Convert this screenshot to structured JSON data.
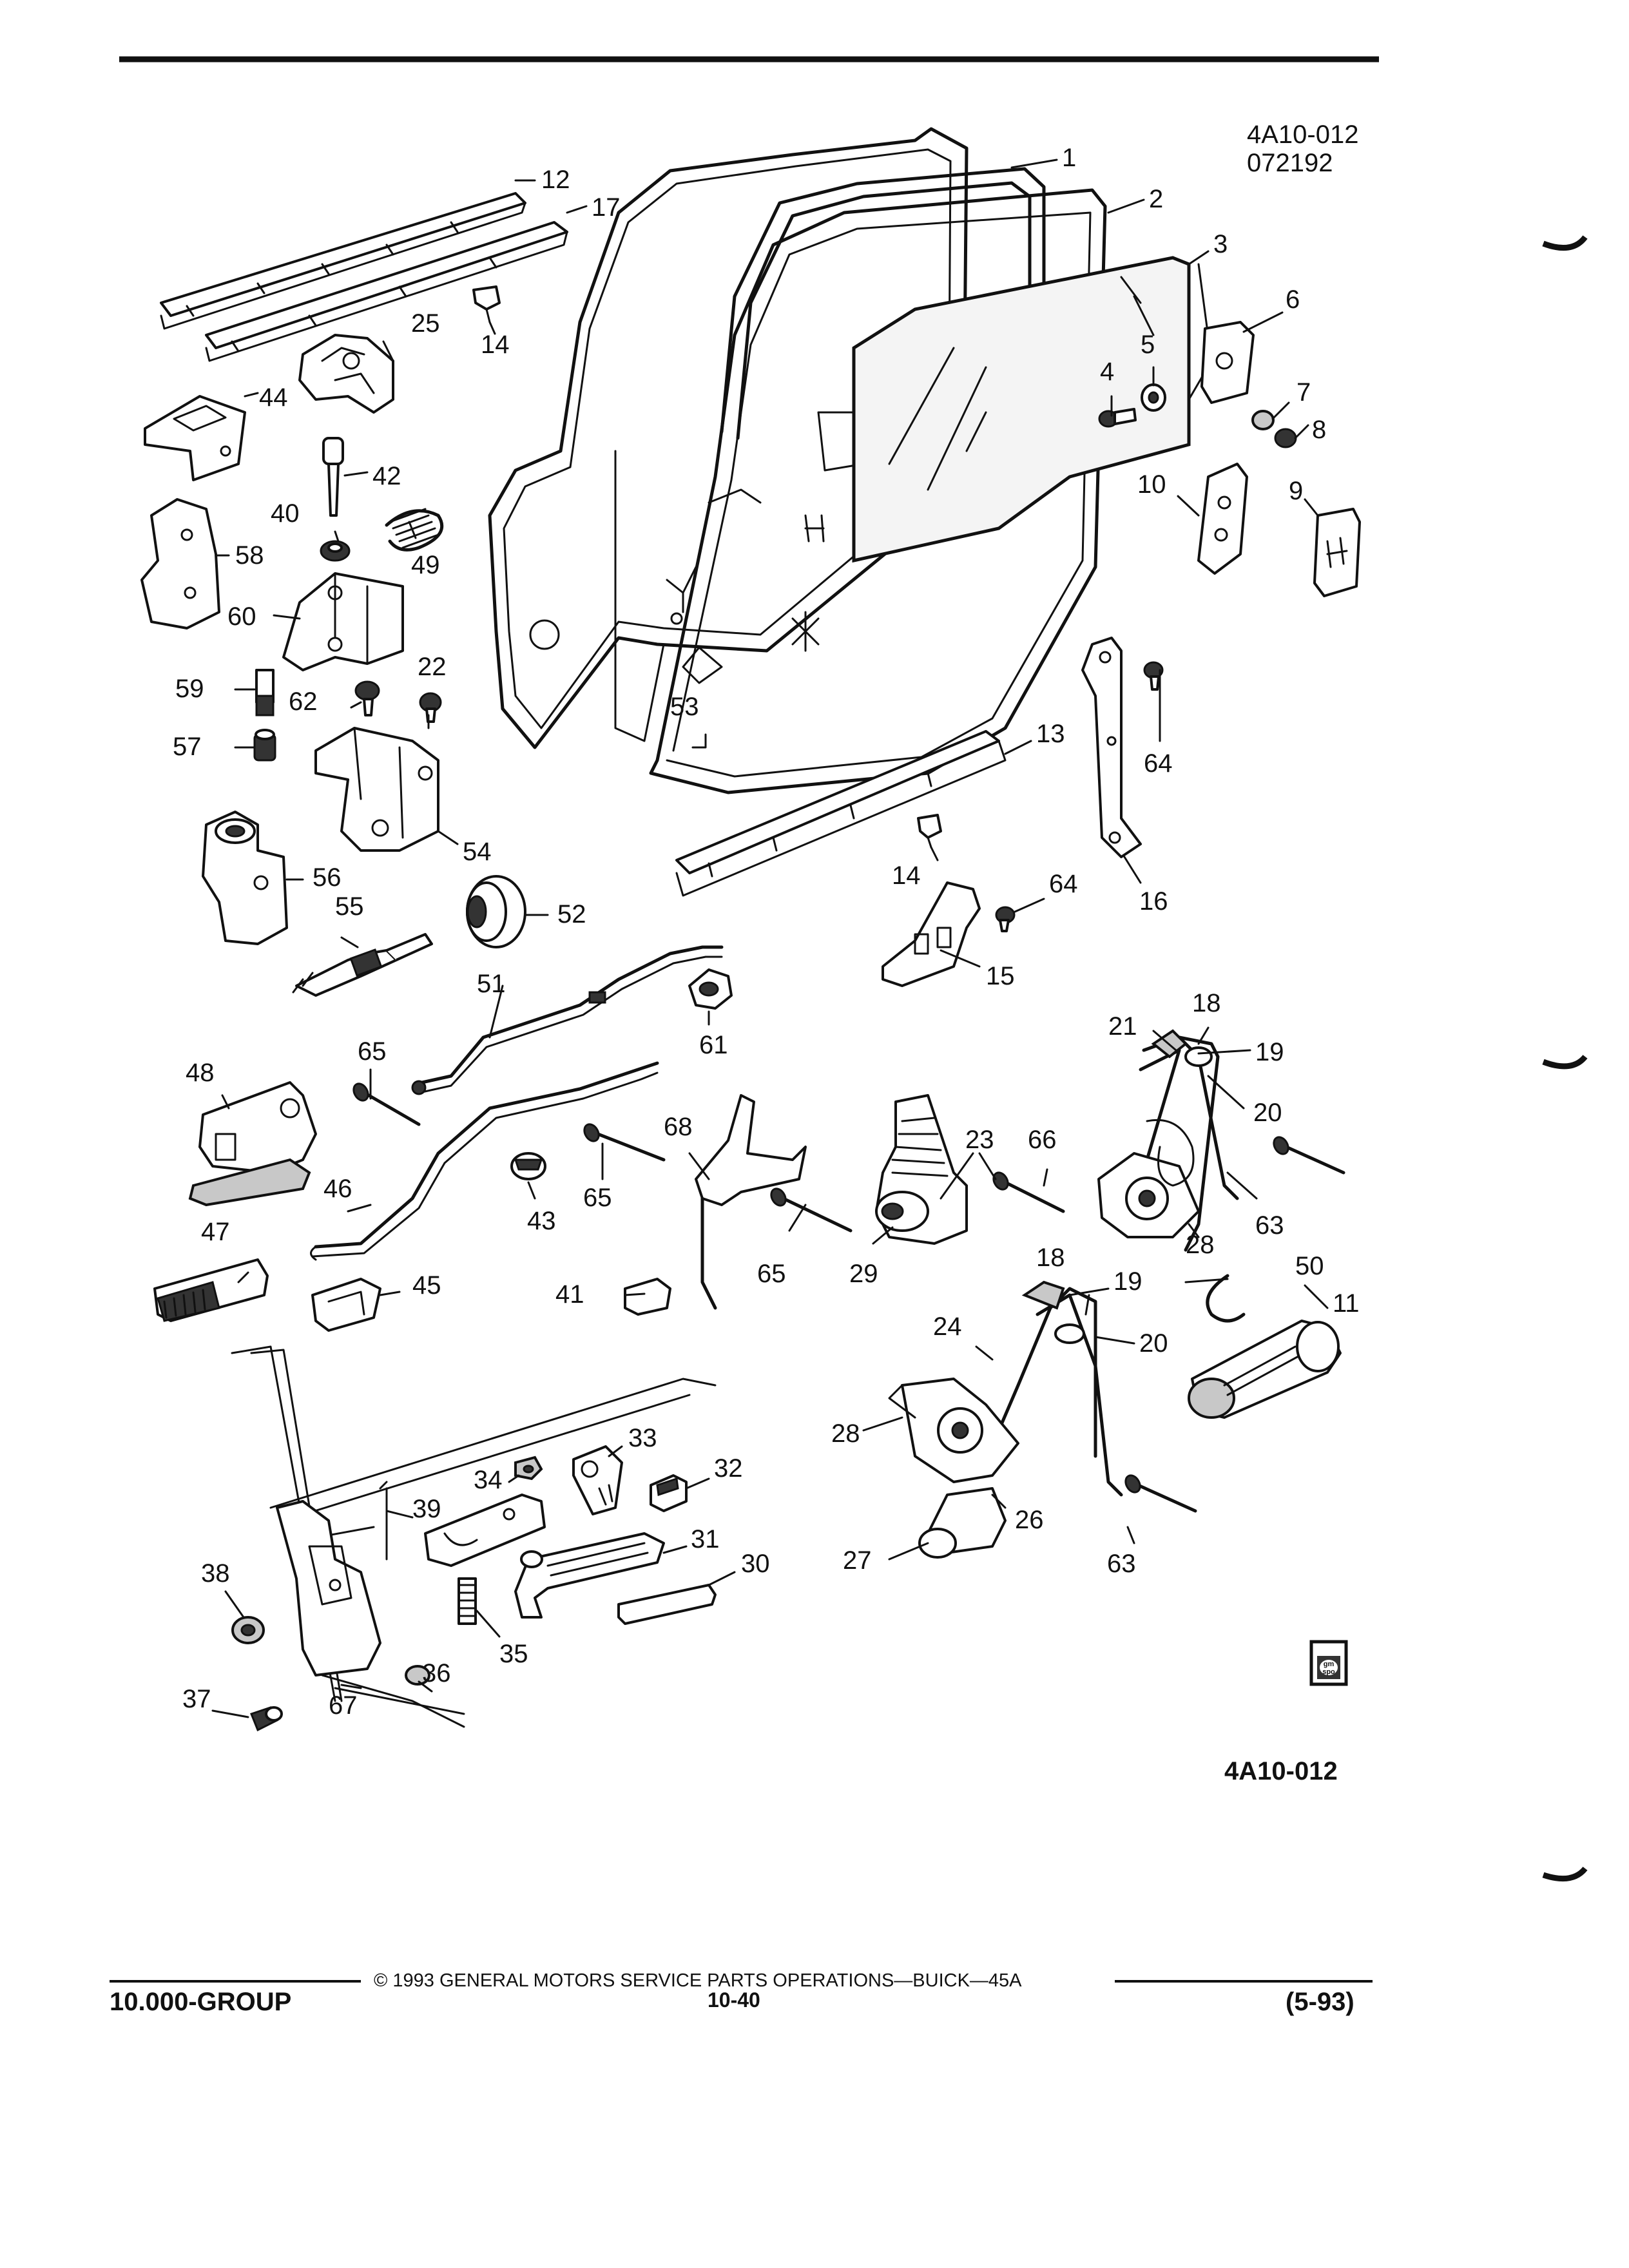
{
  "header": {
    "figure_code": "4A10-012",
    "date_code": "072192"
  },
  "figure_tag": "4A10-012",
  "badge": {
    "line1": "gm",
    "line2": "spo"
  },
  "callouts": [
    "1",
    "2",
    "3",
    "4",
    "5",
    "6",
    "7",
    "8",
    "9",
    "10",
    "11",
    "12",
    "13",
    "14",
    "14",
    "15",
    "16",
    "17",
    "18",
    "18",
    "19",
    "19",
    "20",
    "20",
    "21",
    "22",
    "23",
    "24",
    "25",
    "26",
    "27",
    "28",
    "28",
    "29",
    "30",
    "31",
    "32",
    "33",
    "34",
    "35",
    "36",
    "37",
    "38",
    "39",
    "40",
    "41",
    "42",
    "43",
    "44",
    "45",
    "46",
    "47",
    "48",
    "49",
    "50",
    "51",
    "52",
    "53",
    "54",
    "55",
    "56",
    "57",
    "58",
    "59",
    "60",
    "61",
    "62",
    "63",
    "63",
    "64",
    "64",
    "65",
    "65",
    "65",
    "66",
    "67",
    "68"
  ],
  "footer": {
    "group": "10.000-GROUP",
    "copyright": "© 1993 GENERAL MOTORS SERVICE PARTS OPERATIONS—BUICK—45A",
    "page": "10-40",
    "revision": "(5-93)"
  }
}
